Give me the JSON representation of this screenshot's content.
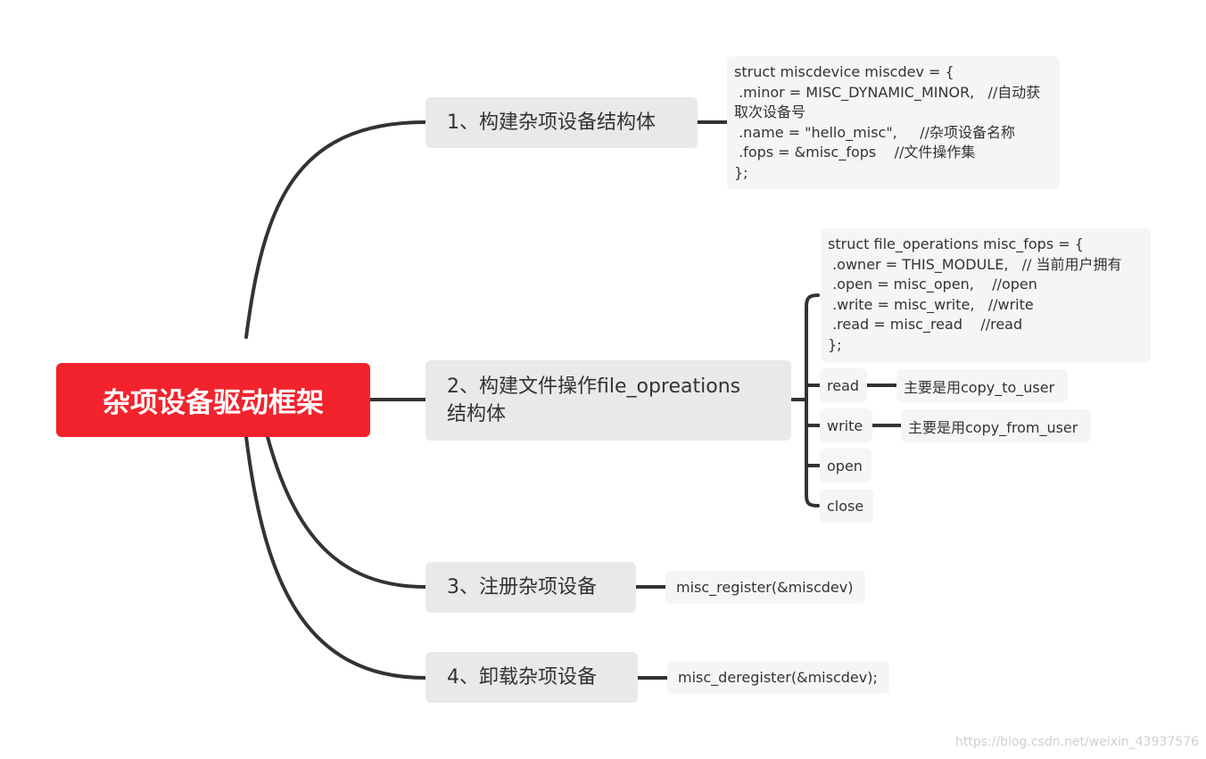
{
  "root": {
    "label": "杂项设备驱动框架"
  },
  "colors": {
    "root_bg": "#f2232d",
    "root_text": "#ffffff",
    "main_bg": "#e9e9e9",
    "box_bg": "#f5f5f5",
    "connector": "#333333",
    "watermark": "#cfcfcf"
  },
  "branches": [
    {
      "label": "1、构建杂项设备结构体",
      "code": [
        "struct miscdevice miscdev = {",
        " .minor = MISC_DYNAMIC_MINOR,   //自动获取次设备号",
        " .name = \"hello_misc\",     //杂项设备名称",
        " .fops = &misc_fops    //文件操作集",
        "};"
      ]
    },
    {
      "label_line1": "2、构建文件操作file_opreations",
      "label_line2": "结构体",
      "code": [
        "struct file_operations misc_fops = {",
        " .owner = THIS_MODULE,   // 当前用户拥有",
        " .open = misc_open,    //open",
        " .write = misc_write,   //write",
        " .read = misc_read    //read",
        "};"
      ],
      "functions": [
        {
          "name": "read",
          "note": "主要是用copy_to_user"
        },
        {
          "name": "write",
          "note": "主要是用copy_from_user"
        },
        {
          "name": "open"
        },
        {
          "name": "close"
        }
      ]
    },
    {
      "label": "3、注册杂项设备",
      "call": "misc_register(&miscdev)"
    },
    {
      "label": "4、卸载杂项设备",
      "call": "misc_deregister(&miscdev);"
    }
  ],
  "watermark": "https://blog.csdn.net/weixin_43937576"
}
